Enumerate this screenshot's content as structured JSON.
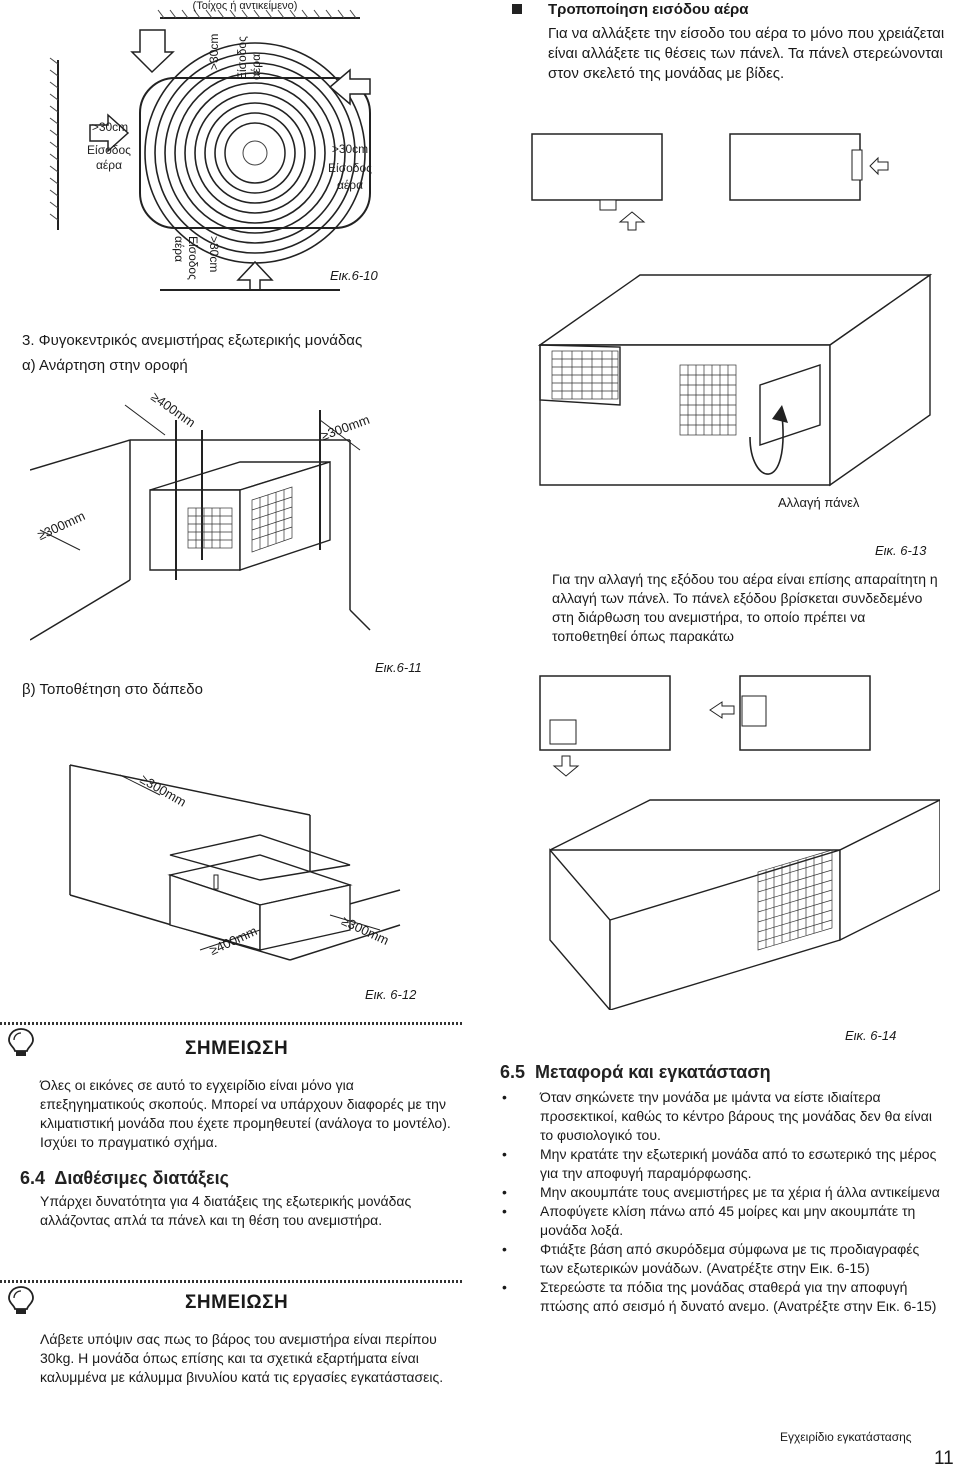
{
  "fig610": {
    "wall_label": "(Τοίχος ή αντικείμενο)",
    "clear_top": ">30cm",
    "inlet_top": "Είσοδος αέρα",
    "clear_left": ">30cm",
    "inlet_left": "Είσοδος αέρα",
    "clear_right": ">30cm",
    "inlet_right": "Είσοδος αέρα",
    "inlet_bottom": "Είσοδος αέρα",
    "clear_bottom": ">30cm",
    "caption": "Εικ.6-10"
  },
  "air_inlet": {
    "title": "Τροποποίηση εισόδου αέρα",
    "text": "Για να αλλάξετε την είσοδο του αέρα το μόνο που χρειάζεται είναι αλλάξετε τις θέσεις των πάνελ. Τα πάνελ στερεώνονται στον σκελετό της μονάδας με βίδες."
  },
  "section3": {
    "title": "3. Φυγοκεντρικός ανεμιστήρας εξωτερικής μονάδας",
    "sub_a": "α) Ανάρτηση στην οροφή",
    "sub_b": "β) Τοποθέτηση στο δάπεδο"
  },
  "fig611": {
    "d400": "≥400mm",
    "d300a": "≥300mm",
    "d300b": "≥300mm",
    "caption": "Εικ.6-11"
  },
  "fig612": {
    "d300top": "≥300mm",
    "d400": "≥400mm",
    "d300": "≥300mm",
    "caption": "Εικ. 6-12"
  },
  "fig613": {
    "panel_change": "Αλλαγή πάνελ",
    "caption": "Εικ. 6-13",
    "text": "Για την αλλαγή της εξόδου του αέρα είναι επίσης απαραίτητη η αλλαγή των πάνελ. Το πάνελ εξόδου βρίσκεται συνδεδεμένο στη διάρθωση του ανεμιστήρα, το οποίο πρέπει να τοποθετηθεί όπως παρακάτω"
  },
  "fig614": {
    "caption": "Εικ. 6-14"
  },
  "note1": {
    "title": "ΣΗΜΕΙΩΣΗ",
    "text": "Όλες οι εικόνες σε αυτό το εγχειρίδιο είναι μόνο για επεξηγηματικούς σκοπούς. Μπορεί να υπάρχουν διαφορές με την κλιματιστική μονάδα που έχετε προμηθευτεί (ανάλογα το μοντέλο). Ισχύει το πραγματικό σχήμα."
  },
  "section64": {
    "num": "6.4",
    "title": "Διαθέσιμες διατάξεις",
    "text": "Υπάρχει δυνατότητα για 4 διατάξεις της εξωτερικής μονάδας αλλάζοντας απλά τα πάνελ και τη θέση του ανεμιστήρα."
  },
  "note2": {
    "title": "ΣΗΜΕΙΩΣΗ",
    "text": "Λάβετε υπόψιν σας πως το βάρος του ανεμιστήρα είναι περίπου 30kg. Η μονάδα όπως επίσης και τα σχετικά εξαρτήματα είναι καλυμμένα με κάλυμμα βινυλίου κατά τις εργασίες εγκατάστασεις."
  },
  "section65": {
    "num": "6.5",
    "title": "Μεταφορά και εγκατάσταση",
    "bullets": [
      "Όταν σηκώνετε την μονάδα με ιμάντα να είστε ιδιαίτερα προσεκτικοί, καθώς το κέντρο βάρους της μονάδας δεν θα είναι το φυσιολογικό του.",
      "Μην κρατάτε την εξωτερική μονάδα από το εσωτερικό της μέρος για την αποφυγή παραμόρφωσης.",
      "Μην ακουμπάτε τους ανεμιστήρες με τα χέρια ή άλλα αντικείμενα",
      "Αποφύγετε κλίση πάνω από 45 μοίρες και μην ακουμπάτε τη μονάδα λοξά.",
      "Φτιάξτε βάση από σκυρόδεμα σύμφωνα με τις προδιαγραφές των εξωτερικών μονάδων. (Ανατρέξτε στην Εικ. 6-15)",
      "Στερεώστε τα πόδια της μονάδας σταθερά για την αποφυγή πτώσης από σεισμό ή δυνατό ανεμο. (Ανατρέξτε στην Εικ. 6-15)"
    ]
  },
  "footer": {
    "manual": "Εγχειρίδιο εγκατάστασης",
    "page": "11"
  }
}
